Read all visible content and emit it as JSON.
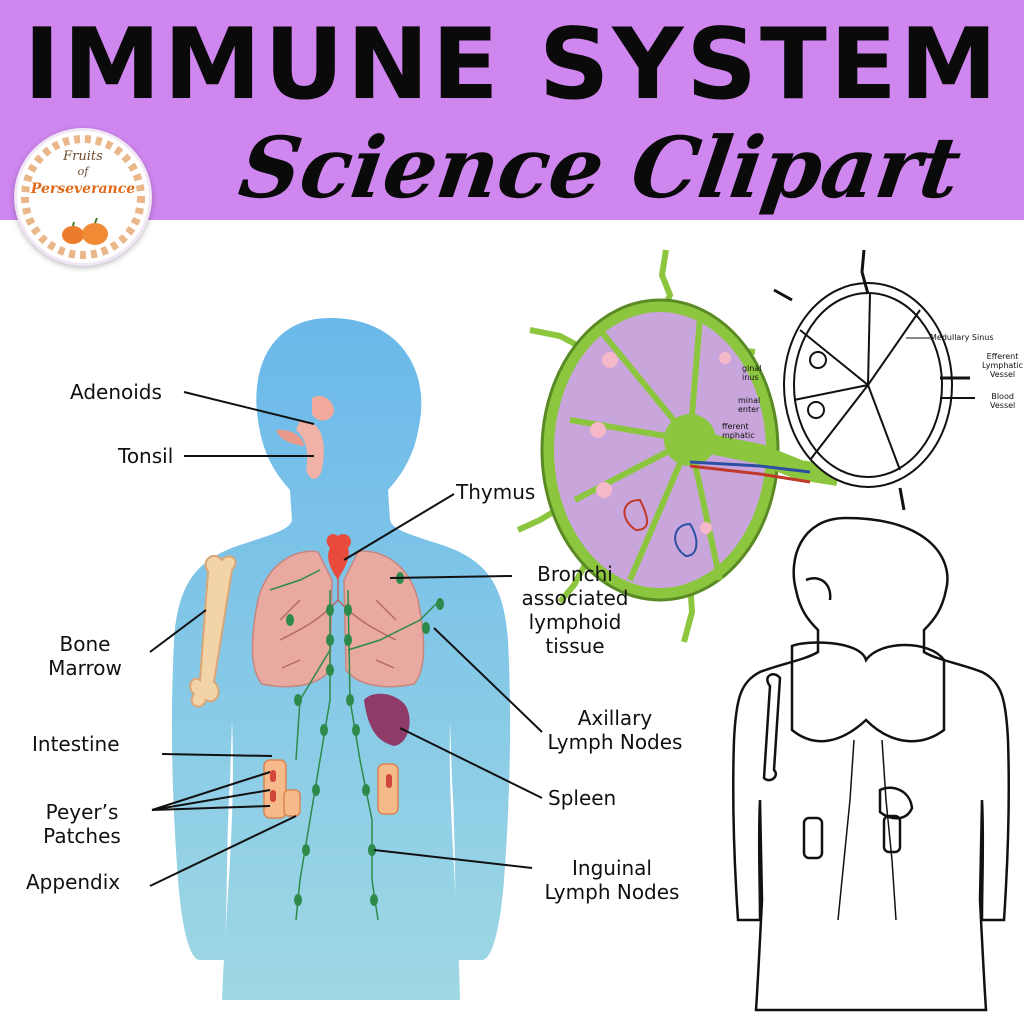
{
  "header": {
    "title": "IMMUNE SYSTEM",
    "subtitle": "Science Clipart",
    "banner_color": "#cf86ef"
  },
  "logo": {
    "line1": "Fruits",
    "line2": "of",
    "line3": "Perseverance"
  },
  "body_diagram": {
    "labels": {
      "adenoids": "Adenoids",
      "tonsil": "Tonsil",
      "thymus": "Thymus",
      "balt_1": "Bronchi",
      "balt_2": "associated",
      "balt_3": "lymphoid",
      "balt_4": "tissue",
      "bone_marrow_1": "Bone",
      "bone_marrow_2": "Marrow",
      "axillary_1": "Axillary",
      "axillary_2": "Lymph Nodes",
      "intestine": "Intestine",
      "peyers_1": "Peyer’s",
      "peyers_2": "Patches",
      "spleen": "Spleen",
      "appendix": "Appendix",
      "inguinal_1": "Inguinal",
      "inguinal_2": "Lymph Nodes"
    },
    "colors": {
      "body": "#6fbde8",
      "lungs": "#e7a9a0",
      "spleen": "#8e3b6a",
      "nodes": "#2e8a4a",
      "bone": "#f3d3a8"
    }
  },
  "lymph_node_diagram": {
    "colors": {
      "capsule": "#8cc63f",
      "lobule": "#c8a6dc",
      "follicle": "#f4b8c8"
    }
  },
  "node_outline": {
    "labels": {
      "medullary_sinus": "Medullary Sinus",
      "efferent_1": "Efferent",
      "efferent_2": "Lymphatic",
      "efferent_3": "Vessel",
      "blood_1": "Blood",
      "blood_2": "Vessel",
      "left_1": "ginal",
      "left_2": "inus",
      "left_3": "minal",
      "left_4": "enter",
      "left_5": "fferent",
      "left_6": "mphatic"
    }
  }
}
